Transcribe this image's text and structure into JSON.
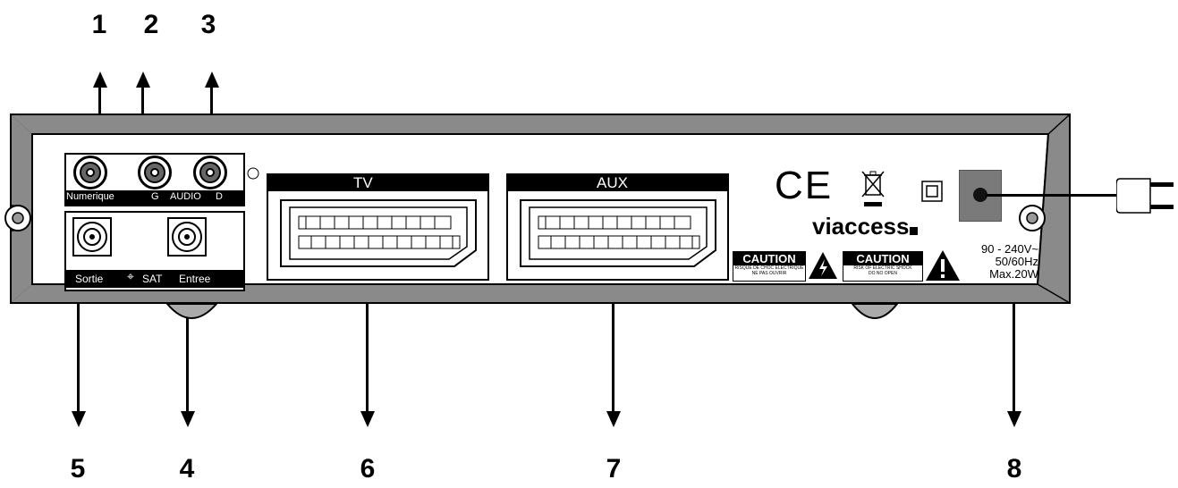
{
  "callouts": {
    "top": [
      "1",
      "2",
      "3"
    ],
    "bottom": [
      "5",
      "4",
      "6",
      "7",
      "8"
    ]
  },
  "panel": {
    "audio_labels": {
      "numerique": "Numerique",
      "g": "G",
      "audio": "AUDIO",
      "d": "D"
    },
    "sat_labels": {
      "sortie": "Sortie",
      "sat": "SAT",
      "entree": "Entree"
    },
    "scart_tv": "TV",
    "scart_aux": "AUX",
    "brand": "viaccess",
    "ce_mark": "CE",
    "caution1": {
      "title": "CAUTION",
      "line1": "RISQUE DE CHOC ELECTRIQUE",
      "line2": "NE PAS OUVRIR"
    },
    "caution2": {
      "title": "CAUTION",
      "line1": "RISK OF ELECTRIC SHOCK",
      "line2": "DO NO OPEN"
    },
    "power": {
      "voltage": "90 - 240V~",
      "frequency": "50/60Hz",
      "max": "Max.20W"
    }
  }
}
